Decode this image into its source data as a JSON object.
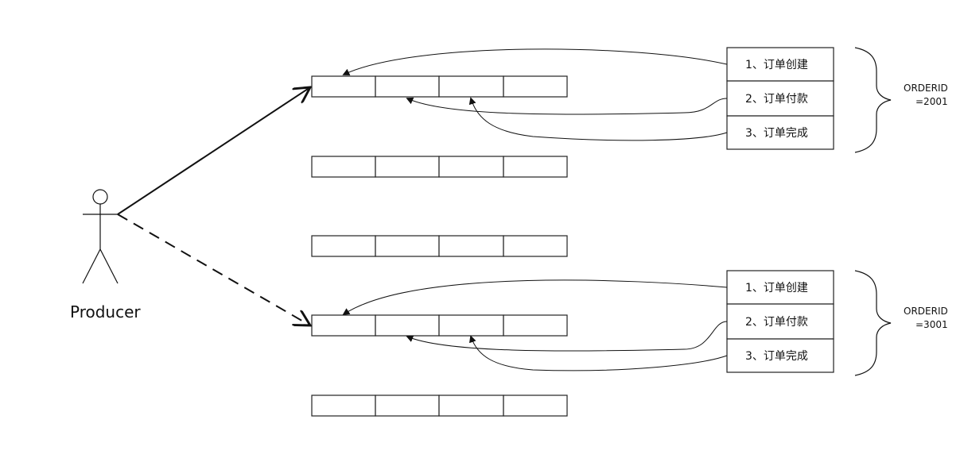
{
  "producer": {
    "label": "Producer"
  },
  "orders": [
    {
      "id_line1": "ORDERID",
      "id_line2": "=2001",
      "steps": [
        "1、订单创建",
        "2、订单付款",
        "3、订单完成"
      ]
    },
    {
      "id_line1": "ORDERID",
      "id_line2": "=3001",
      "steps": [
        "1、订单创建",
        "2、订单付款",
        "3、订单完成"
      ]
    }
  ],
  "colors": {
    "stroke": "#111111",
    "background": "#ffffff"
  }
}
